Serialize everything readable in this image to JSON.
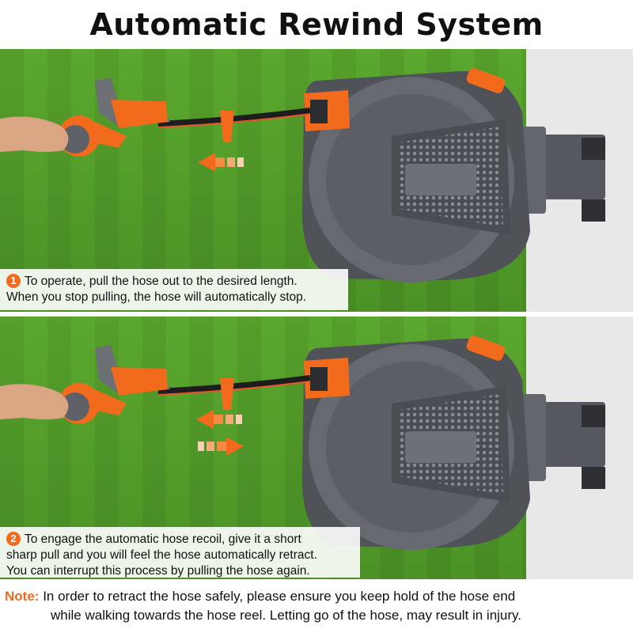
{
  "title": "Automatic Rewind System",
  "colors": {
    "accent": "#f26b1d",
    "reel_body": "#5d6066",
    "grass": "#55a02c",
    "wall": "#e9e9e9"
  },
  "step1": {
    "number": "1",
    "line1": "To operate, pull the hose out to the desired length.",
    "line2": "When you stop pulling, the hose will automatically stop."
  },
  "step2": {
    "number": "2",
    "line1": "To engage the automatic hose recoil, give it a short",
    "line2": "sharp pull and you will feel the hose automatically retract.",
    "line3": "You can interrupt this process by pulling the hose again."
  },
  "note": {
    "label": "Note:",
    "line1": "In order to retract the hose safely, please ensure you keep hold of the hose end",
    "line2": "while walking towards the hose reel. Letting go of the hose, may result in injury."
  }
}
